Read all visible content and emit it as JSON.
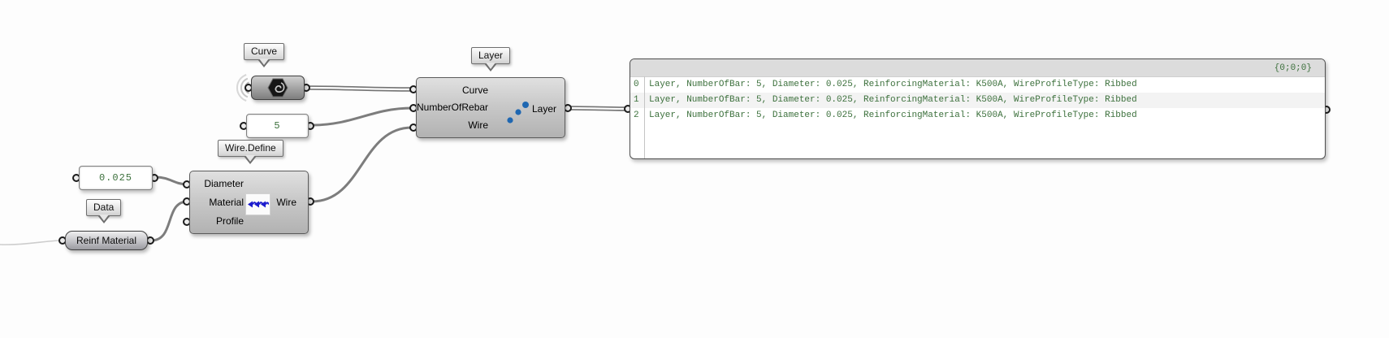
{
  "tags": {
    "curve": "Curve",
    "layer": "Layer",
    "wire_define": "Wire.Define",
    "data": "Data"
  },
  "panels": {
    "number_of_bars": {
      "value": "5"
    },
    "diameter": {
      "value": "0.025"
    }
  },
  "params": {
    "reinf_material": {
      "label": "Reinf Material"
    }
  },
  "components": {
    "wire_define": {
      "inputs": [
        "Diameter",
        "Material",
        "Profile"
      ],
      "output": "Wire"
    },
    "layer": {
      "inputs": [
        "Curve",
        "NumberOfRebar",
        "Wire"
      ],
      "output": "Layer"
    }
  },
  "output_panel": {
    "path": "{0;0;0}",
    "rows": [
      {
        "index": "0",
        "text": "Layer, NumberOfBar: 5, Diameter: 0.025, ReinforcingMaterial: K500A, WireProfileType: Ribbed"
      },
      {
        "index": "1",
        "text": "Layer, NumberOfBar: 5, Diameter: 0.025, ReinforcingMaterial: K500A, WireProfileType: Ribbed"
      },
      {
        "index": "2",
        "text": "Layer, NumberOfBar: 5, Diameter: 0.025, ReinforcingMaterial: K500A, WireProfileType: Ribbed"
      }
    ]
  },
  "colors": {
    "panel_text_green": "#3c703c",
    "layer_dots_blue": "#1f67b1",
    "wire_glyph_blue": "#1c1ccd",
    "wire_gray": "#7d7d7d"
  }
}
